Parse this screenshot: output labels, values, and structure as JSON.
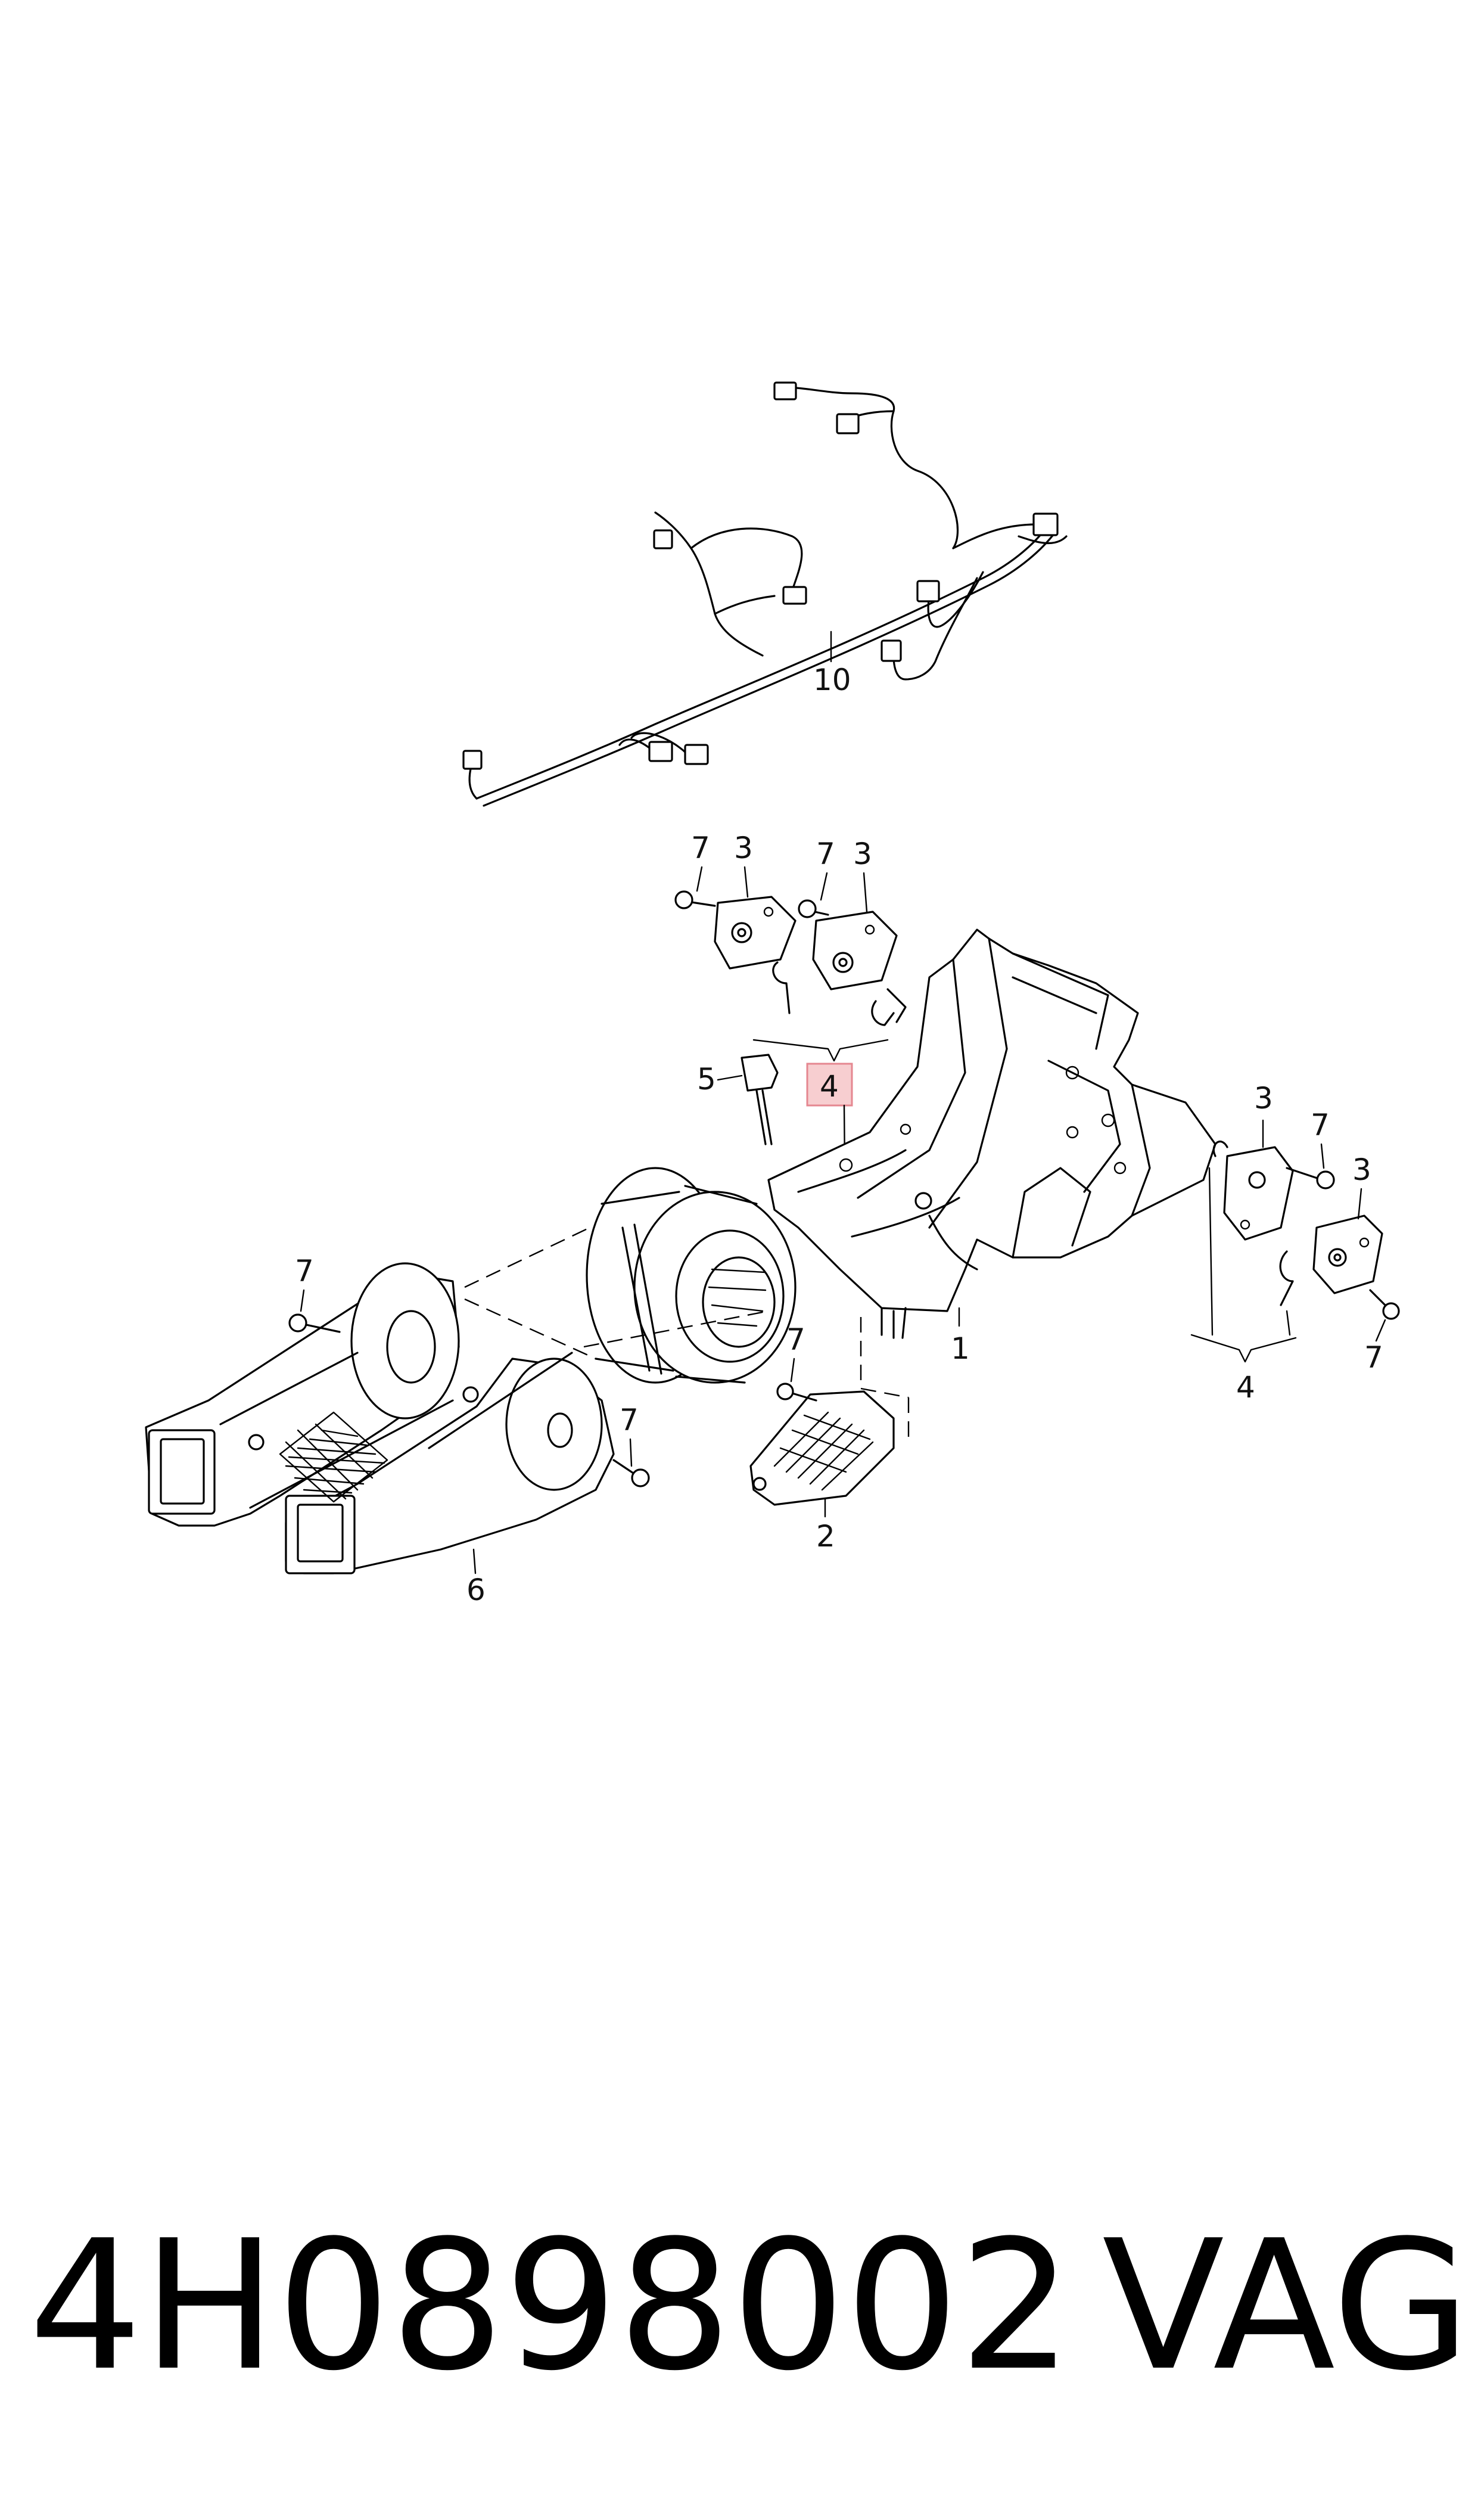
{
  "callouts": {
    "c1": "1",
    "c2": "2",
    "c3": "3",
    "c4": "4",
    "c5": "5",
    "c6": "6",
    "c7": "7",
    "c10": "10"
  },
  "highlight_color": "#f7c9cc",
  "footer": {
    "part_number": "4H0898002",
    "brand": "VAG"
  }
}
